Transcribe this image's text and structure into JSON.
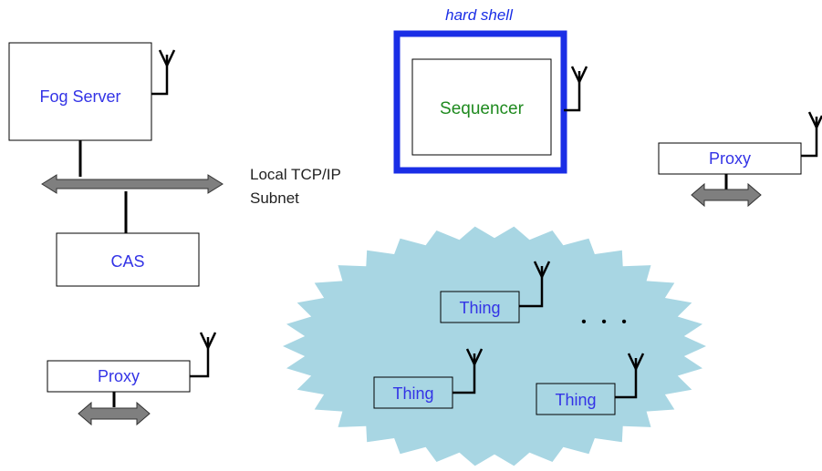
{
  "colors": {
    "blue_text": "#3333e6",
    "green_text": "#1f8a1f",
    "shell_blue": "#1a2ee6",
    "cloud_fill": "#a8d6e3",
    "bus_gray": "#7f7f7f",
    "line": "#000000"
  },
  "fog_server": {
    "label": "Fog Server"
  },
  "cas": {
    "label": "CAS"
  },
  "subnet": {
    "label_line1": "Local TCP/IP",
    "label_line2": "Subnet"
  },
  "hard_shell": {
    "label": "hard shell"
  },
  "sequencer": {
    "label": "Sequencer"
  },
  "proxy_right": {
    "label": "Proxy"
  },
  "proxy_left": {
    "label": "Proxy"
  },
  "things": [
    {
      "label": "Thing"
    },
    {
      "label": "Thing"
    },
    {
      "label": "Thing"
    }
  ],
  "ellipsis": "• • •",
  "icons": [
    "antenna-icon",
    "double-arrow-icon",
    "cloud-shape"
  ]
}
